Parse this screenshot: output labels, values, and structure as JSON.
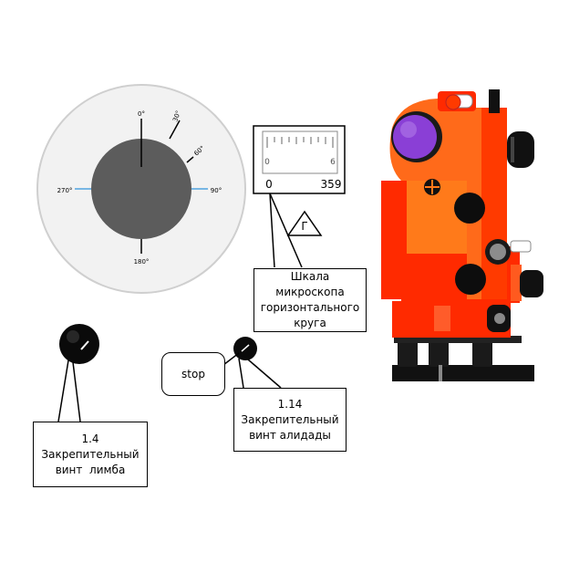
{
  "dial": {
    "labels": {
      "top": "0°",
      "right": "90°",
      "bottom": "180°",
      "left": "270°",
      "diag1": "30°",
      "diag2": "60°"
    },
    "colors": {
      "face": "#5c5c5c",
      "ring": "#f2f2f2"
    }
  },
  "microscope": {
    "scale_left": "0",
    "scale_right": "6",
    "readout_left": "0",
    "readout_right": "359",
    "marker": "Г"
  },
  "labels": {
    "scale_label": [
      "Шкала",
      "микроскопа",
      "горизонтального",
      "круга"
    ],
    "limb_lock": [
      "1.4",
      "Закрепительный",
      "винт  лимба"
    ],
    "alidade_lock": [
      "1.14",
      "Закрепительный",
      "винт алидады"
    ],
    "stop_callout": "stop"
  },
  "theodolite": {
    "colors": {
      "body": "#ff3d00",
      "accent": "#ff7a1a",
      "lens": "#8a3fd6",
      "base": "#111111"
    }
  }
}
